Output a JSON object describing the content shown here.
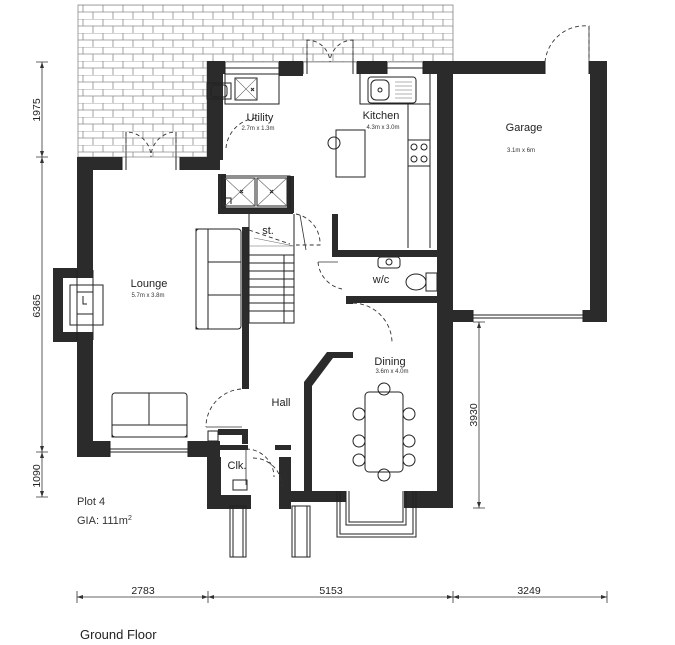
{
  "plan": {
    "title": "Ground Floor",
    "plot": "Plot 4",
    "gia_label": "GIA: 111m",
    "gia_sup": "2"
  },
  "rooms": {
    "utility": {
      "name": "Utility",
      "size": "2.7m x 1.3m"
    },
    "kitchen": {
      "name": "Kitchen",
      "size": "4.3m x 3.0m"
    },
    "garage": {
      "name": "Garage",
      "size": "3.1m x 6m"
    },
    "lounge": {
      "name": "Lounge",
      "size": "5.7m x 3.8m"
    },
    "store": {
      "name": "st."
    },
    "wc": {
      "name": "w/c"
    },
    "dining": {
      "name": "Dining",
      "size": "3.6m x 4.0m"
    },
    "hall": {
      "name": "Hall"
    },
    "cloaks": {
      "name": "Clk."
    }
  },
  "dimensions": {
    "left_top": "1975",
    "left_mid": "6365",
    "left_bottom": "1090",
    "right_dining": "3930",
    "bottom_left": "2783",
    "bottom_mid": "5153",
    "bottom_right": "3249"
  }
}
